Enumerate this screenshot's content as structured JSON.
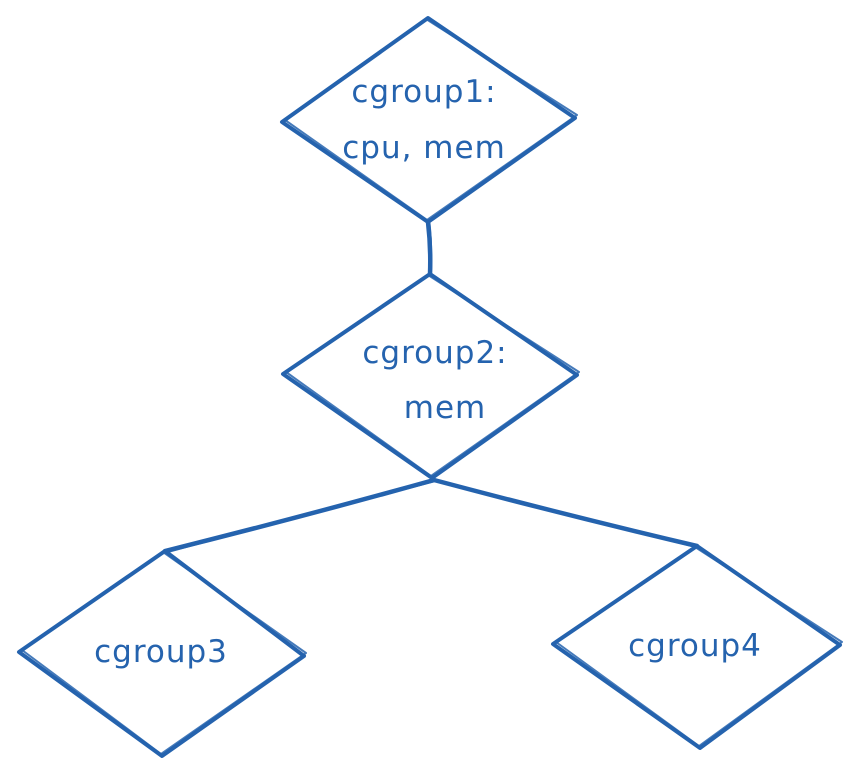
{
  "colors": {
    "stroke": "#2563ae",
    "text": "#2563ae",
    "background": "#ffffff"
  },
  "nodes": [
    {
      "id": "cgroup1",
      "shape": "diamond",
      "lines": [
        "cgroup1:",
        "cpu, mem"
      ]
    },
    {
      "id": "cgroup2",
      "shape": "diamond",
      "lines": [
        "cgroup2:",
        "mem"
      ]
    },
    {
      "id": "cgroup3",
      "shape": "diamond",
      "lines": [
        "cgroup3"
      ]
    },
    {
      "id": "cgroup4",
      "shape": "diamond",
      "lines": [
        "cgroup4"
      ]
    }
  ],
  "edges": [
    {
      "from": "cgroup1",
      "to": "cgroup2"
    },
    {
      "from": "cgroup2",
      "to": "cgroup3"
    },
    {
      "from": "cgroup2",
      "to": "cgroup4"
    }
  ]
}
